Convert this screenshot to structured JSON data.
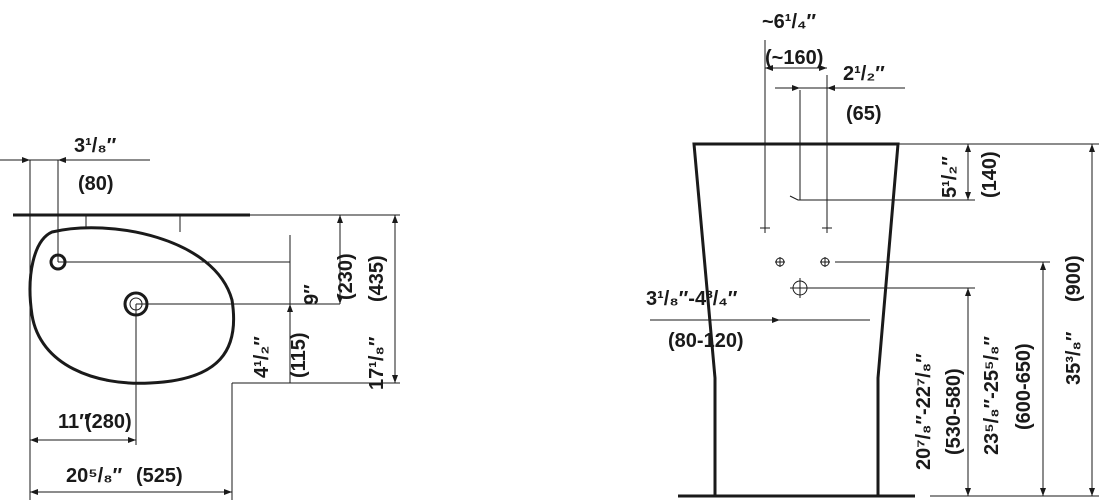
{
  "plan_view": {
    "tap_offset": {
      "imperial": "3¹/₈″",
      "metric": "(80)"
    },
    "drain_to_wall": {
      "imperial": "9″",
      "metric": "(230)"
    },
    "drain_height": {
      "imperial": "4¹/₂″",
      "metric": "(115)"
    },
    "basin_depth": {
      "imperial": "17¹/₈″",
      "metric": "(435)"
    },
    "drain_width": {
      "imperial": "11″",
      "metric": "(280)"
    },
    "basin_width": {
      "imperial": "20⁵/₈″",
      "metric": "(525)"
    }
  },
  "side_view": {
    "fixing_spacing": {
      "imperial": "~6¹/₄″",
      "metric": "(~160)"
    },
    "supply_offset": {
      "imperial": "2¹/₂″",
      "metric": "(65)"
    },
    "top_to_fixing": {
      "imperial": "5¹/₂″",
      "metric": "(140)"
    },
    "waste_range": {
      "imperial": "3¹/₈″-4³/₄″",
      "metric": "(80-120)"
    },
    "waste_height": {
      "imperial": "20⁷/₈″-22⁷/₈″",
      "metric": "(530-580)"
    },
    "supply_height": {
      "imperial": "23⁵/₈″-25⁵/₈″",
      "metric": "(600-650)"
    },
    "total_height": {
      "imperial": "35³/₈″",
      "metric": "(900)"
    }
  }
}
